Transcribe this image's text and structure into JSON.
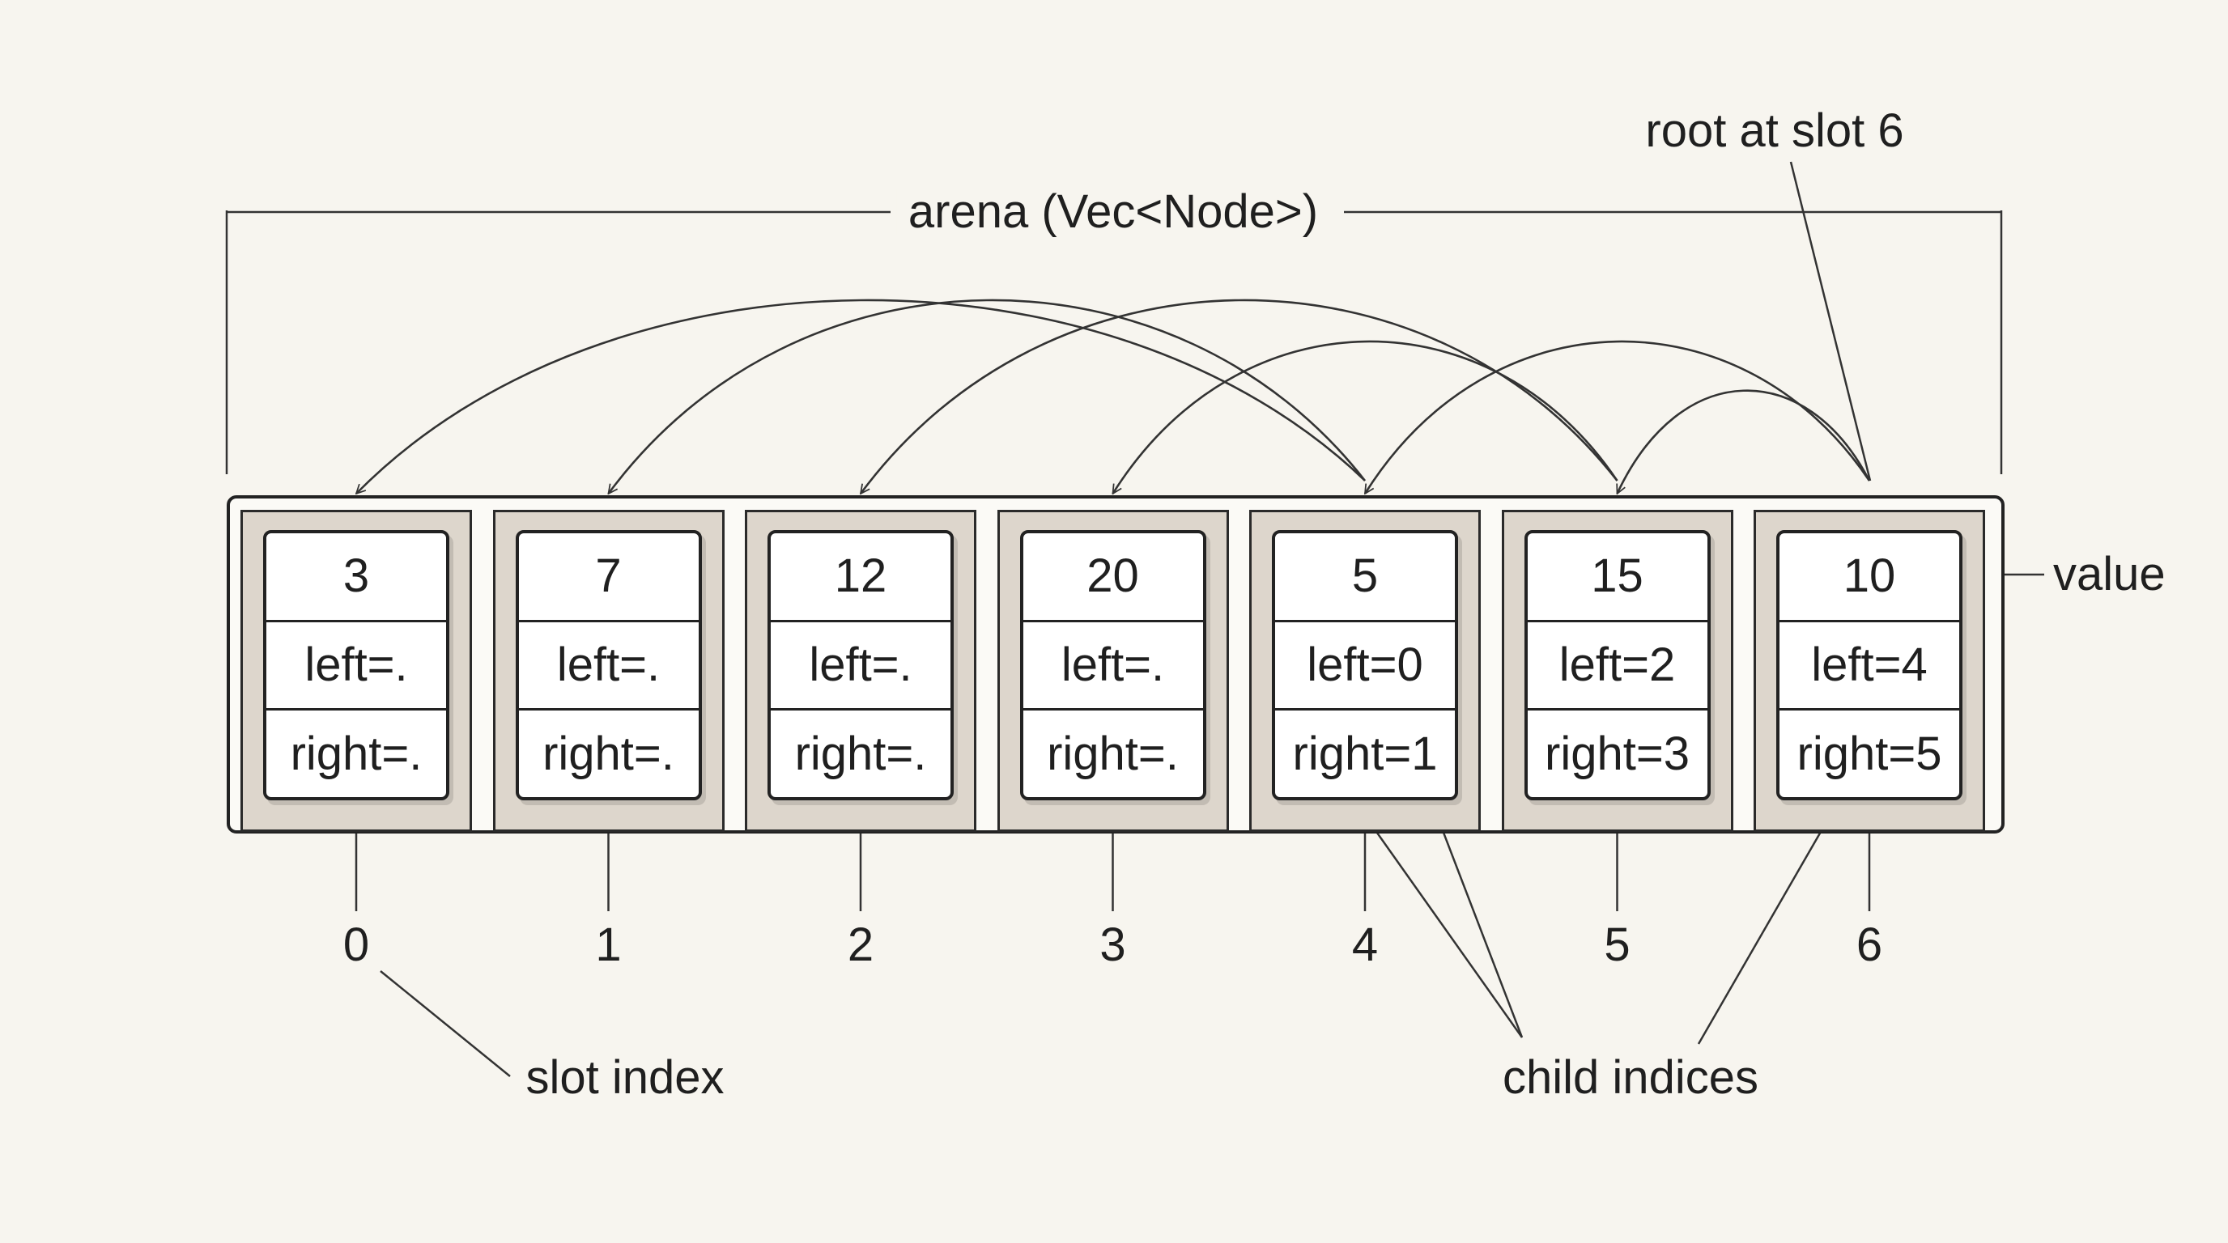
{
  "arena_label": "arena (Vec<Node>)",
  "root_label": "root at slot 6",
  "value_label": "value",
  "slot_index_label": "slot index",
  "child_indices_label": "child indices",
  "slots": [
    {
      "index": "0",
      "value": "3",
      "left": "left=.",
      "right": "right=."
    },
    {
      "index": "1",
      "value": "7",
      "left": "left=.",
      "right": "right=."
    },
    {
      "index": "2",
      "value": "12",
      "left": "left=.",
      "right": "right=."
    },
    {
      "index": "3",
      "value": "20",
      "left": "left=.",
      "right": "right=."
    },
    {
      "index": "4",
      "value": "5",
      "left": "left=0",
      "right": "right=1"
    },
    {
      "index": "5",
      "value": "15",
      "left": "left=2",
      "right": "right=3"
    },
    {
      "index": "6",
      "value": "10",
      "left": "left=4",
      "right": "right=5"
    }
  ],
  "edges": [
    {
      "from": 4,
      "to": 0
    },
    {
      "from": 4,
      "to": 1
    },
    {
      "from": 5,
      "to": 2
    },
    {
      "from": 5,
      "to": 3
    },
    {
      "from": 6,
      "to": 4
    },
    {
      "from": 6,
      "to": 5
    }
  ]
}
